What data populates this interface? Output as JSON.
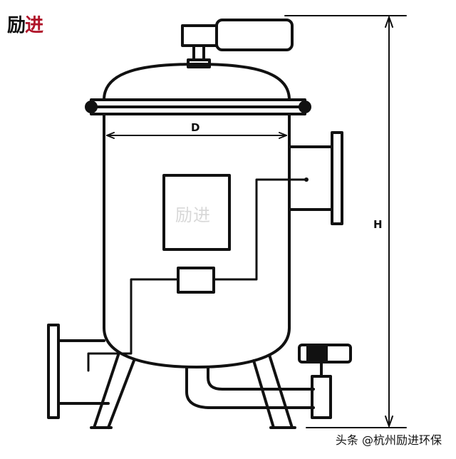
{
  "logo": {
    "part1": "励",
    "part2": "进"
  },
  "watermark": "励进",
  "dimensions": {
    "diameter": "D",
    "height": "H"
  },
  "credit": "头条 @杭州励进环保",
  "colors": {
    "stroke": "#111111",
    "logo_red": "#b0142a",
    "watermark": "#d8d8d8"
  }
}
